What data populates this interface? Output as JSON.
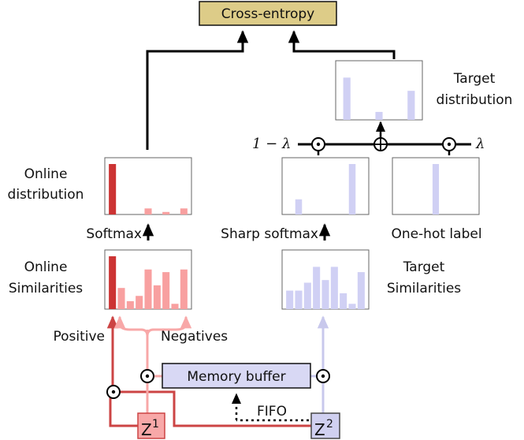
{
  "title_box": {
    "label": "Cross-entropy",
    "fill": "#ddcc88"
  },
  "labels": {
    "online_distribution": [
      "Online",
      "distribution"
    ],
    "target_distribution": [
      "Target",
      "distribution"
    ],
    "online_similarities": [
      "Online",
      "Similarities"
    ],
    "target_similarities": [
      "Target",
      "Similarities"
    ],
    "softmax": "Softmax",
    "sharp_softmax": "Sharp softmax",
    "one_hot": "One-hot label",
    "positive": "Positive",
    "negatives": "Negatives",
    "fifo": "FIFO",
    "one_minus_lambda": "1 − λ",
    "lambda": "λ",
    "memory_buffer": "Memory buffer",
    "z1": "Z",
    "z1_sup": "1",
    "z2": "Z",
    "z2_sup": "2"
  },
  "colors": {
    "online_dark": "#cc3333",
    "online_light": "#f8a0a0",
    "target": "#d0d0f4",
    "memory_fill": "#d8d8f4",
    "z1_fill": "#f8a8a8",
    "z2_fill": "#d0d0f0",
    "online_line": "#cc4444",
    "target_line": "#c8c8ec"
  },
  "histograms": {
    "online_similarities": [
      1.0,
      0.4,
      0.15,
      0.25,
      0.75,
      0.45,
      0.7,
      0.1,
      0.75
    ],
    "online_distribution": [
      1.0,
      0.0,
      0.0,
      0.0,
      0.12,
      0.0,
      0.05,
      0.0,
      0.12
    ],
    "target_similarities": [
      0.35,
      0.35,
      0.5,
      0.8,
      0.55,
      0.8,
      0.3,
      0.1,
      0.7
    ],
    "target_distribution": [
      0.8,
      0.0,
      0.15,
      0.0,
      0.55
    ],
    "sharp_softmax": [
      0.3,
      0.0,
      1.0
    ],
    "one_hot": [
      1.0
    ]
  }
}
